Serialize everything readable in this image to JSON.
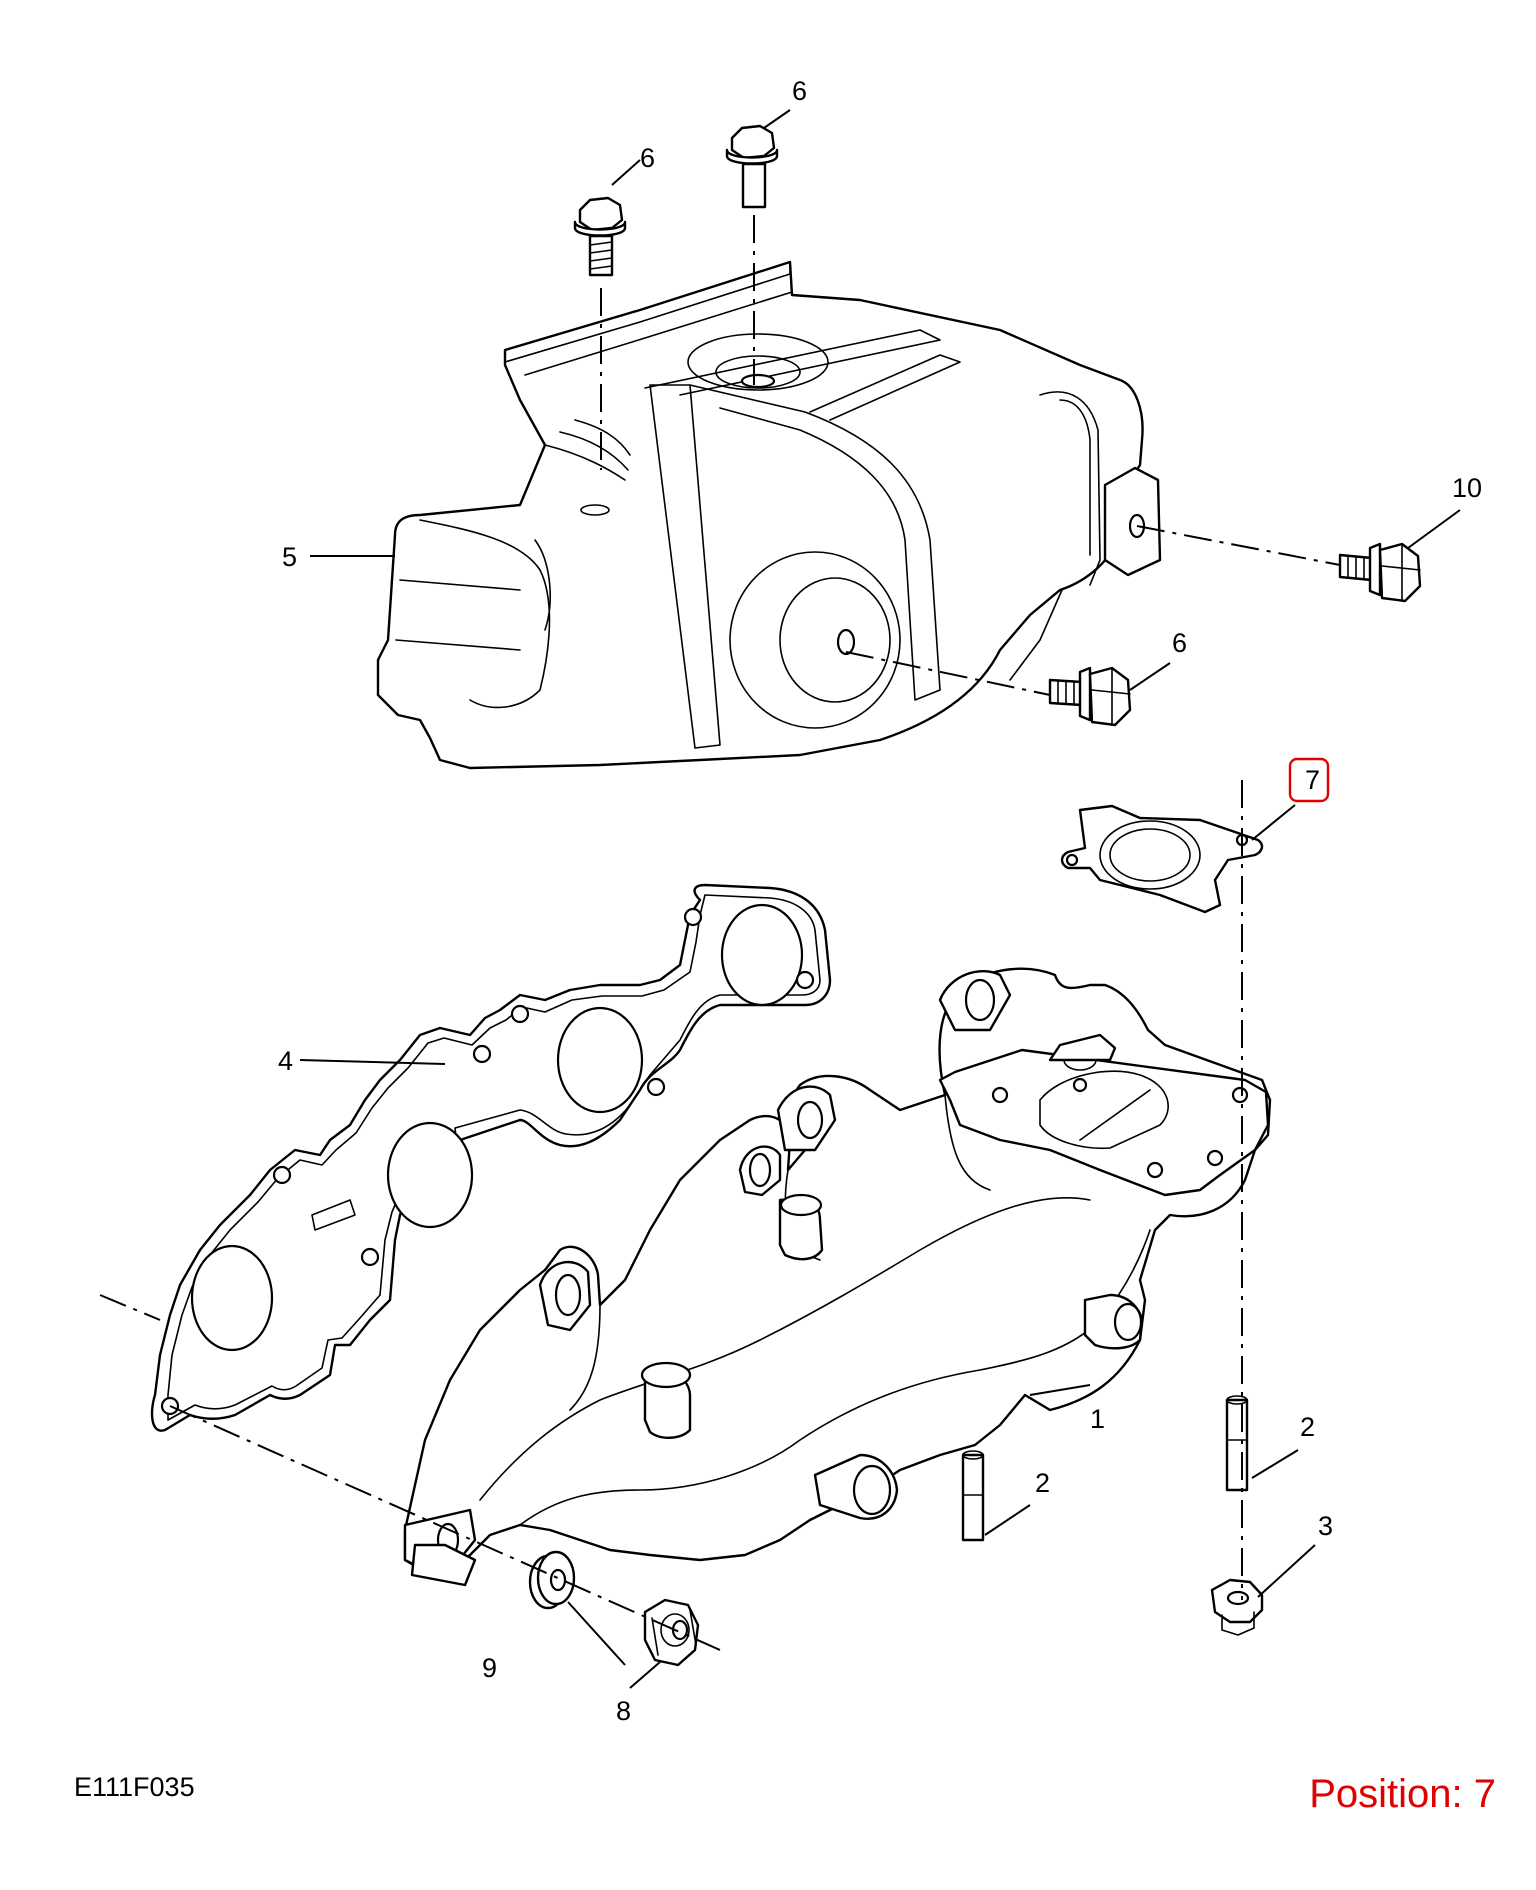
{
  "diagram": {
    "drawing_code": "E111F035",
    "position_label": "Position: 7",
    "highlight_color": "#e00000",
    "callouts": {
      "c1": "1",
      "c2a": "2",
      "c2b": "2",
      "c3": "3",
      "c4": "4",
      "c5": "5",
      "c6a": "6",
      "c6b": "6",
      "c6c": "6",
      "c7": "7",
      "c8": "8",
      "c9": "9",
      "c10": "10"
    }
  }
}
